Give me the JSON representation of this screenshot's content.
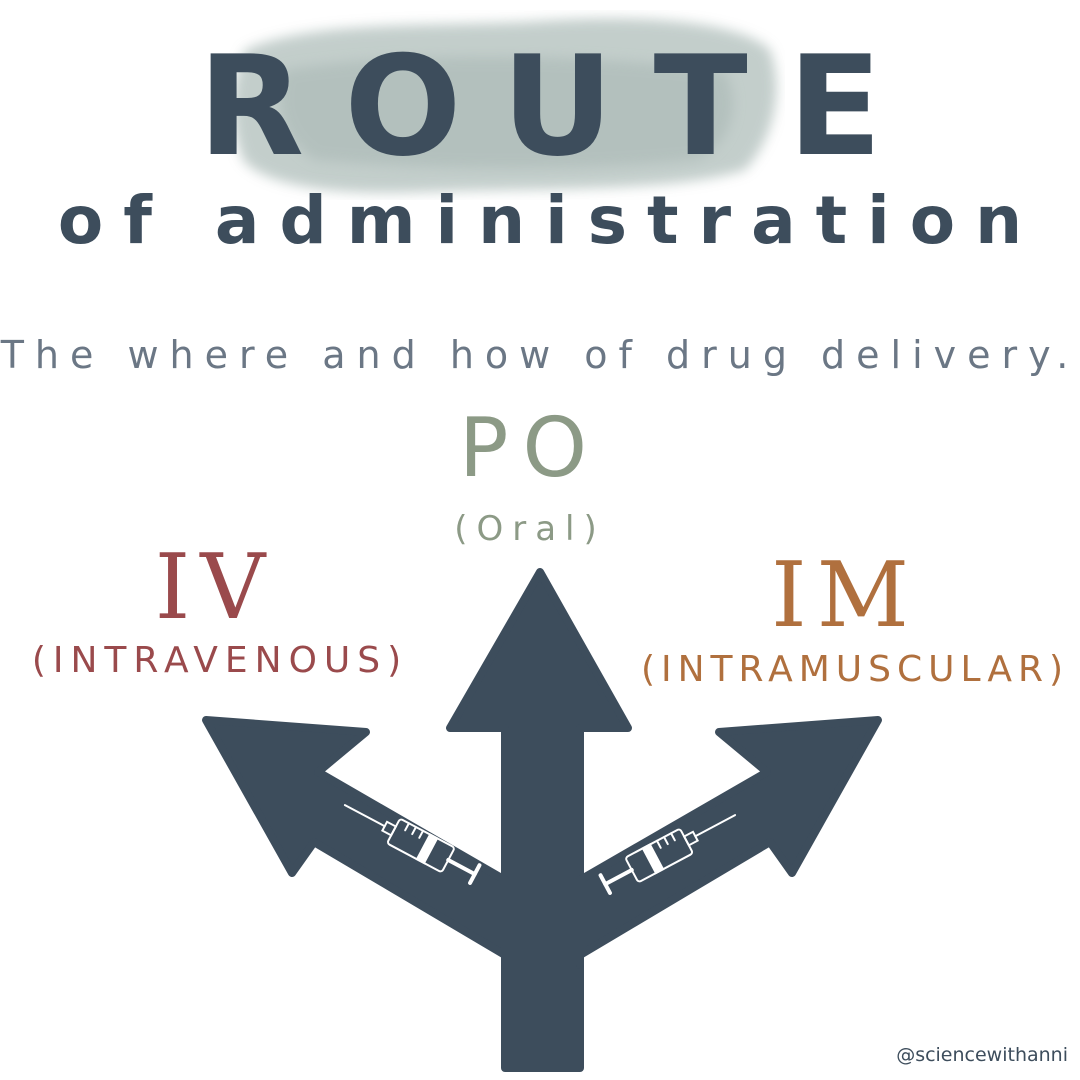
{
  "colors": {
    "slate": "#3d4d5c",
    "wash": "#b9c6c3",
    "oral": "#8c9a86",
    "intravenous": "#9a4a4c",
    "intramuscular": "#b0703e",
    "tagline": "#6b7785"
  },
  "title": "ROUTE",
  "subtitle": "of administration",
  "tagline": "The where and how of drug delivery.",
  "routes": {
    "oral": {
      "abbr": "PO",
      "full": "(Oral)"
    },
    "intravenous": {
      "abbr": "IV",
      "full": "(INTRAVENOUS)"
    },
    "intramuscular": {
      "abbr": "IM",
      "full": "(INTRAMUSCULAR)"
    }
  },
  "icons": [
    "three-way-arrow-icon",
    "syringe-icon"
  ],
  "handle": "@sciencewithanni"
}
